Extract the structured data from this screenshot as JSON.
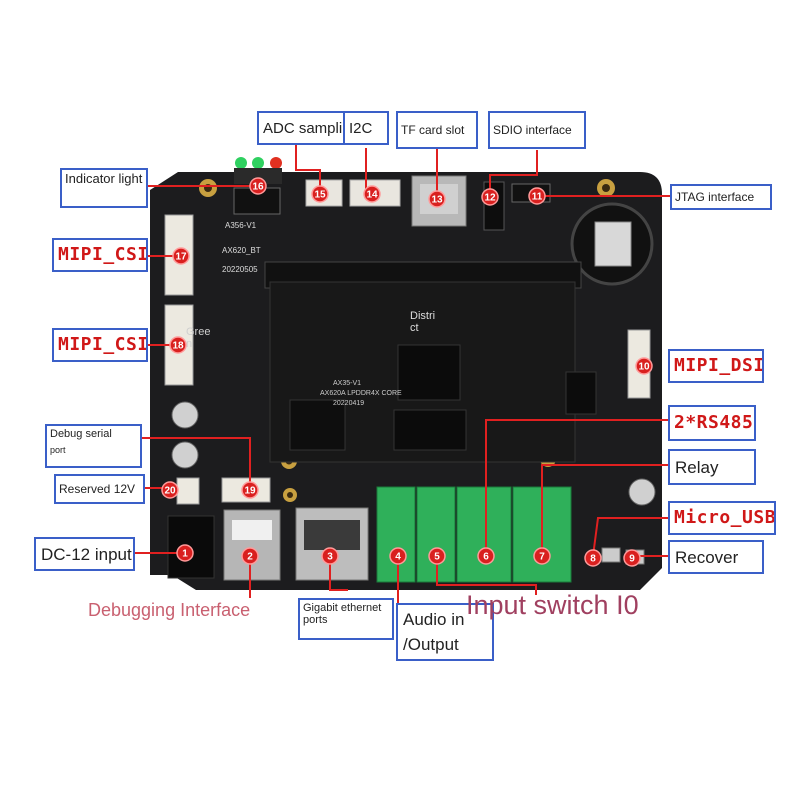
{
  "colors": {
    "board": "#1c1c1e",
    "terminal_green": "#2fb05a",
    "marker_red": "#d9201f",
    "leader_red": "#e02020",
    "label_border": "#3a5fc8",
    "bold_label_text": "#d01818"
  },
  "labels": {
    "adc_sampling": "ADC sampling",
    "i2c": "I2C",
    "tf_card_slot": "TF card slot",
    "sdio_interface": "SDIO interface",
    "jtag_interface": "JTAG interface",
    "indicator_light": "Indicator light",
    "mipi_csi_top": "MIPI_CSI",
    "mipi_csi_bottom": "MIPI_CSI",
    "mipi_dsi": "MIPI_DSI",
    "rs485": "2*RS485",
    "relay": "Relay",
    "micro_usb": "Micro_USB",
    "recover": "Recover",
    "debug_serial_port_line1": "Debug serial",
    "debug_serial_port_line2": "port",
    "reserved_12v": "Reserved 12V",
    "dc12_input": "DC-12 input",
    "debugging_interface": "Debugging Interface",
    "gigabit_ethernet_line1": "Gigabit ethernet",
    "gigabit_ethernet_line2": "ports",
    "audio_line1": "Audio in",
    "audio_line2": "/Output",
    "input_switch": "Input switch I0"
  },
  "board_text": {
    "model": "A356-V1",
    "variant": "AX620_BT",
    "date": "20220505",
    "district": "District",
    "green": "Green",
    "core_lines": [
      "AX35-V1",
      "AX620A LPDDR4X CORE",
      "20220419"
    ]
  },
  "markers": [
    "1",
    "2",
    "3",
    "4",
    "5",
    "6",
    "7",
    "8",
    "9",
    "10",
    "11",
    "12",
    "13",
    "14",
    "15",
    "16",
    "17",
    "18",
    "19",
    "20"
  ]
}
